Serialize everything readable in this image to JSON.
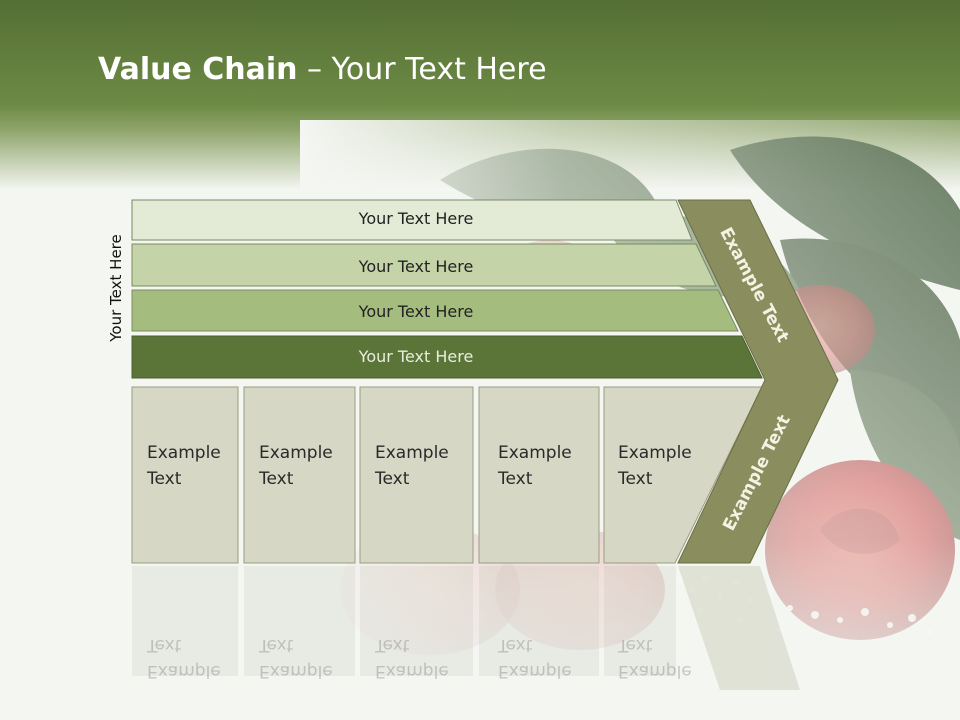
{
  "slide": {
    "title_bold": "Value Chain",
    "title_rest": " – Your Text Here",
    "vertical_label": "Your Text Here"
  },
  "bars": [
    {
      "label": "Your Text Here",
      "color": "#e3ead6"
    },
    {
      "label": "Your Text Here",
      "color": "#c4d4a8"
    },
    {
      "label": "Your Text Here",
      "color": "#a4bd7e"
    },
    {
      "label": "Your Text Here",
      "color": "#5b7438"
    }
  ],
  "columns": [
    {
      "line1": "Example",
      "line2": "Text"
    },
    {
      "line1": "Example",
      "line2": "Text"
    },
    {
      "line1": "Example",
      "line2": "Text"
    },
    {
      "line1": "Example",
      "line2": "Text"
    },
    {
      "line1": "Example",
      "line2": "Text"
    }
  ],
  "chevron": {
    "upper_text": "Example Text",
    "lower_text": "Example Text",
    "color": "#8a8d5e"
  },
  "colors": {
    "header": "#5d7a3a",
    "column_fill": "#d6d7c4",
    "rose": "#c8302e",
    "leaf": "#2f4a28"
  }
}
